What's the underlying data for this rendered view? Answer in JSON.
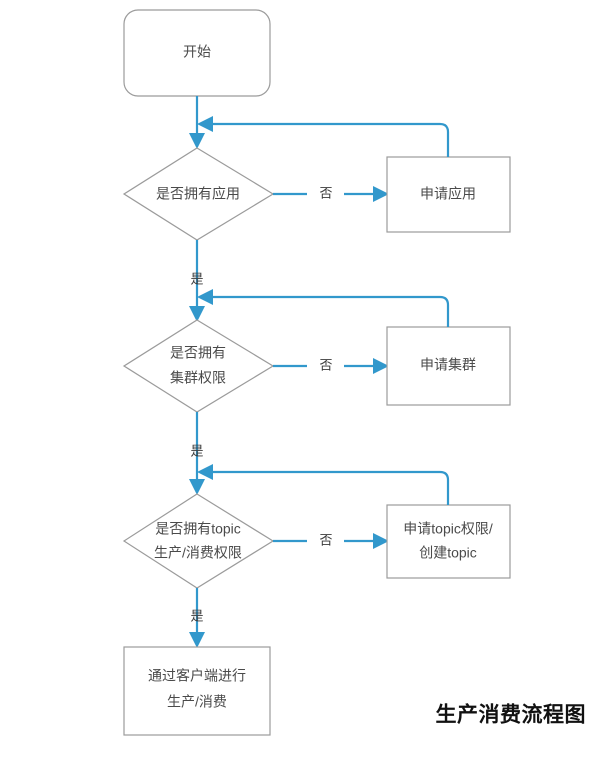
{
  "diagram": {
    "title": "生产消费流程图",
    "accent_color": "#3298cc",
    "node_border_color": "#9b9b9b",
    "node_fill_color": "#ffffff",
    "node_text_color": "#4a4a4a",
    "title_color": "#111111",
    "nodes": {
      "start": {
        "label": "开始",
        "shape": "rounded-rectangle"
      },
      "decision_app": {
        "label": "是否拥有应用",
        "shape": "diamond"
      },
      "action_app": {
        "label": "申请应用",
        "shape": "rectangle"
      },
      "decision_cluster": {
        "line1": "是否拥有",
        "line2": "集群权限",
        "shape": "diamond"
      },
      "action_cluster": {
        "label": "申请集群",
        "shape": "rectangle"
      },
      "decision_topic": {
        "line1": "是否拥有topic",
        "line2": "生产/消费权限",
        "shape": "diamond"
      },
      "action_topic": {
        "line1": "申请topic权限/",
        "line2": "创建topic",
        "shape": "rectangle"
      },
      "end": {
        "line1": "通过客户端进行",
        "line2": "生产/消费",
        "shape": "rectangle"
      }
    },
    "edge_labels": {
      "app_no": "否",
      "app_yes": "是",
      "cluster_no": "否",
      "cluster_yes": "是",
      "topic_no": "否",
      "topic_yes": "是"
    }
  }
}
